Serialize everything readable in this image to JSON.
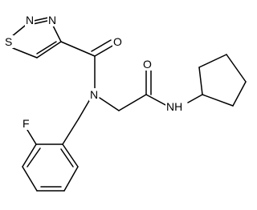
{
  "atoms": {
    "n_thiadiazole_top": "N",
    "n_thiadiazole_right": "N",
    "s_thiadiazole": "S",
    "o_carbonyl_upper": "O",
    "n_amide_tertiary": "N",
    "o_carbonyl_right": "O",
    "nh_amide": "NH",
    "f_fluoro": "F"
  },
  "colors": {
    "bond": "#000000",
    "background": "#ffffff"
  }
}
